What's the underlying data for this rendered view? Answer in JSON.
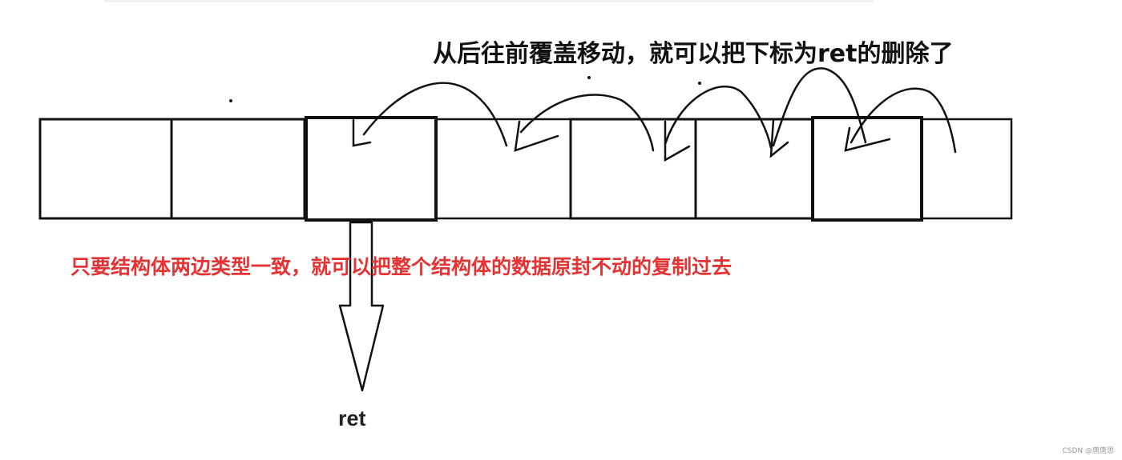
{
  "diagram": {
    "top_note": "从后往前覆盖移动，就可以把下标为ret的删除了",
    "red_note": "只要结构体两边类型一致，就可以把整个结构体的数据原封不动的复制过去",
    "ret_label": "ret",
    "cell_count": 8,
    "highlight_color": "#e53333",
    "line_color": "#111111"
  },
  "watermark": "CSDN @唐唐思"
}
